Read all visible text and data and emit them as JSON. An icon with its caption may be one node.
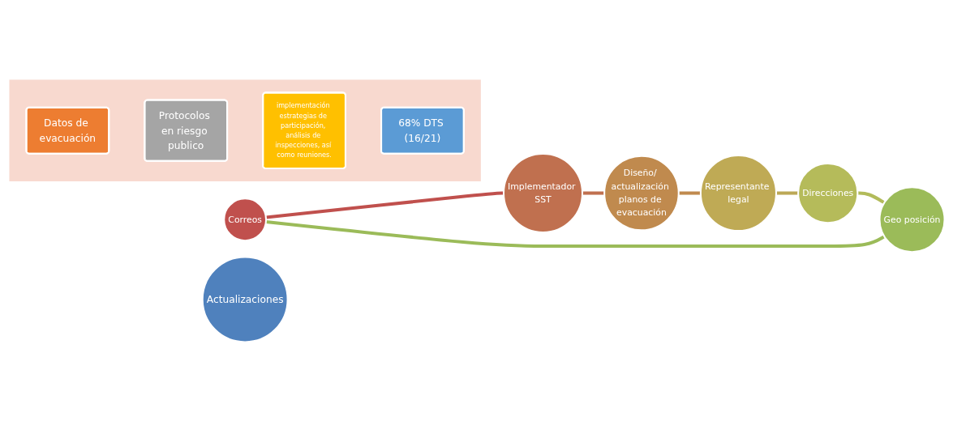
{
  "diagram": {
    "nodes": [
      {
        "text": [],
        "shape": "arrow"
      },
      {
        "text": [
          "Datos de evacuación"
        ],
        "in": 0
      },
      {
        "text": [
          "Protocolos en riesgo publico"
        ],
        "in": 0
      },
      {
        "text": [
          "implementación estrategias de participación, análisis de inspecciones, así como reuniones."
        ],
        "in": 0
      },
      {
        "text": [
          "68% DTS (16/21)"
        ],
        "in": 0
      },
      {
        "text": [
          "Correos"
        ]
      },
      {
        "text": [
          "Implementador SST"
        ]
      },
      {
        "text": [
          "Diseño/ actualización planos de evacuación"
        ]
      },
      {
        "text": [
          "Representante legal"
        ]
      },
      {
        "text": [
          "Direcciones"
        ]
      },
      {
        "text": [
          "Geo posición"
        ]
      },
      {
        "text": [
          "Actualizaciones"
        ]
      }
    ],
    "edges": [
      {
        "from": 5,
        "to": 6,
        "arrow": "none",
        "color": "#c0504d"
      },
      {
        "from": 6,
        "to": 7,
        "arrow": "none",
        "color": "#c0704f"
      },
      {
        "from": 7,
        "to": 8,
        "arrow": "none",
        "color": "#c08a4e"
      },
      {
        "from": 8,
        "to": 9,
        "arrow": "none",
        "color": "#bca856"
      },
      {
        "from": 9,
        "to": 10,
        "arrow": "none",
        "color": "#b2bb5a"
      },
      {
        "from": 10,
        "to": 5,
        "arrow": "none",
        "color": "#9bbb59"
      }
    ]
  }
}
